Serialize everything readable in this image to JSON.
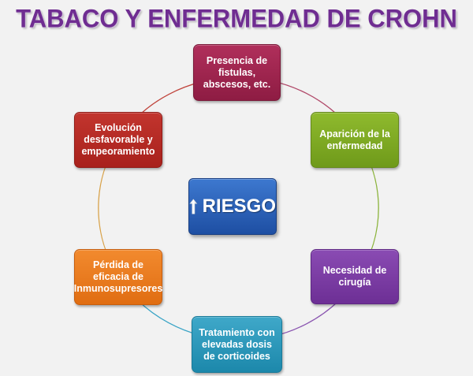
{
  "title": "TABACO Y ENFERMEDAD DE CROHN",
  "center": {
    "label": "RIESGO",
    "icon": "up-arrow-icon"
  },
  "nodes": {
    "top": "Presencia de fistulas, abscesos, etc.",
    "upper_right": "Aparición de la enfermedad",
    "lower_right": "Necesidad de cirugía",
    "bottom": "Tratamiento con elevadas dosis de corticoides",
    "lower_left": "Pérdida de eficacia de Inmunosupresores",
    "upper_left": "Evolución desfavorable y empeoramiento"
  },
  "colors": {
    "title": "#6f2d91",
    "top": "#9e2450",
    "upper_right": "#7ea823",
    "lower_right": "#7a3ba3",
    "bottom": "#2696b9",
    "lower_left": "#ea7a20",
    "upper_left": "#b52a24",
    "center": "#2a5fb8"
  }
}
